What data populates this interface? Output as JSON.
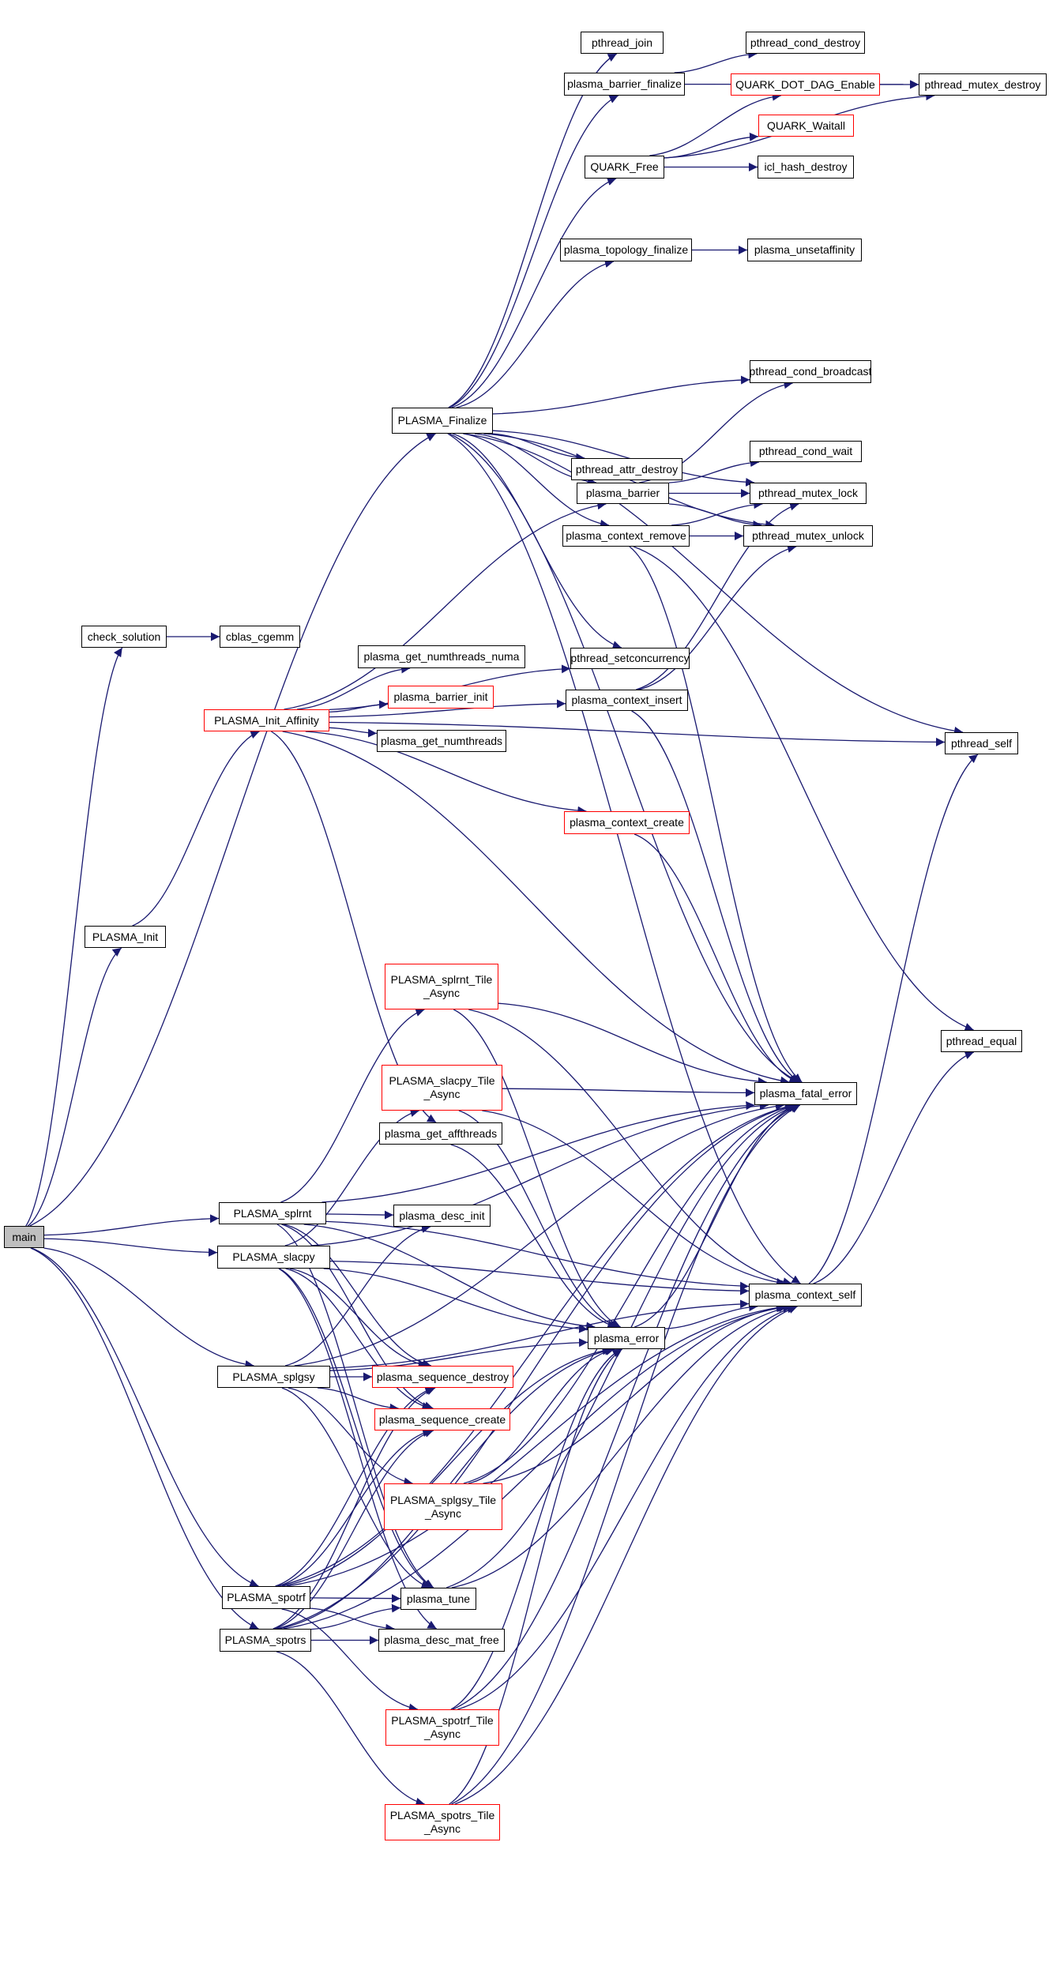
{
  "graph": {
    "type": "call-graph",
    "edge_color": "#191970",
    "root": "main",
    "nodes": [
      {
        "id": "main",
        "label": "main",
        "style": "root"
      },
      {
        "id": "check_solution",
        "label": "check_solution",
        "style": "normal"
      },
      {
        "id": "cblas_cgemm",
        "label": "cblas_cgemm",
        "style": "normal"
      },
      {
        "id": "PLASMA_Init",
        "label": "PLASMA_Init",
        "style": "normal"
      },
      {
        "id": "PLASMA_Init_Affinity",
        "label": "PLASMA_Init_Affinity",
        "style": "red"
      },
      {
        "id": "PLASMA_Finalize",
        "label": "PLASMA_Finalize",
        "style": "normal"
      },
      {
        "id": "pthread_join",
        "label": "pthread_join",
        "style": "normal"
      },
      {
        "id": "plasma_barrier_finalize",
        "label": "plasma_barrier_finalize",
        "style": "normal"
      },
      {
        "id": "pthread_cond_destroy",
        "label": "pthread_cond_destroy",
        "style": "normal"
      },
      {
        "id": "QUARK_DOT_DAG_Enable",
        "label": "QUARK_DOT_DAG_Enable",
        "style": "red"
      },
      {
        "id": "pthread_mutex_destroy",
        "label": "pthread_mutex_destroy",
        "style": "normal"
      },
      {
        "id": "QUARK_Waitall",
        "label": "QUARK_Waitall",
        "style": "red"
      },
      {
        "id": "QUARK_Free",
        "label": "QUARK_Free",
        "style": "normal"
      },
      {
        "id": "icl_hash_destroy",
        "label": "icl_hash_destroy",
        "style": "normal"
      },
      {
        "id": "plasma_topology_finalize",
        "label": "plasma_topology_finalize",
        "style": "normal"
      },
      {
        "id": "plasma_unsetaffinity",
        "label": "plasma_unsetaffinity",
        "style": "normal"
      },
      {
        "id": "pthread_cond_broadcast",
        "label": "pthread_cond_broadcast",
        "style": "normal"
      },
      {
        "id": "pthread_attr_destroy",
        "label": "pthread_attr_destroy",
        "style": "normal"
      },
      {
        "id": "pthread_cond_wait",
        "label": "pthread_cond_wait",
        "style": "normal"
      },
      {
        "id": "plasma_barrier",
        "label": "plasma_barrier",
        "style": "normal"
      },
      {
        "id": "pthread_mutex_lock",
        "label": "pthread_mutex_lock",
        "style": "normal"
      },
      {
        "id": "plasma_context_remove",
        "label": "plasma_context_remove",
        "style": "normal"
      },
      {
        "id": "pthread_mutex_unlock",
        "label": "pthread_mutex_unlock",
        "style": "normal"
      },
      {
        "id": "plasma_get_numthreads_numa",
        "label": "plasma_get_numthreads_numa",
        "style": "normal"
      },
      {
        "id": "pthread_setconcurrency",
        "label": "pthread_setconcurrency",
        "style": "normal"
      },
      {
        "id": "plasma_barrier_init",
        "label": "plasma_barrier_init",
        "style": "red"
      },
      {
        "id": "plasma_context_insert",
        "label": "plasma_context_insert",
        "style": "normal"
      },
      {
        "id": "plasma_get_numthreads",
        "label": "plasma_get_numthreads",
        "style": "normal"
      },
      {
        "id": "pthread_self",
        "label": "pthread_self",
        "style": "normal"
      },
      {
        "id": "plasma_context_create",
        "label": "plasma_context_create",
        "style": "red"
      },
      {
        "id": "PLASMA_splrnt_Tile_Async",
        "label": "PLASMA_splrnt_Tile\n_Async",
        "style": "red"
      },
      {
        "id": "pthread_equal",
        "label": "pthread_equal",
        "style": "normal"
      },
      {
        "id": "PLASMA_slacpy_Tile_Async",
        "label": "PLASMA_slacpy_Tile\n_Async",
        "style": "red"
      },
      {
        "id": "plasma_fatal_error",
        "label": "plasma_fatal_error",
        "style": "normal"
      },
      {
        "id": "plasma_get_affthreads",
        "label": "plasma_get_affthreads",
        "style": "normal"
      },
      {
        "id": "PLASMA_splrnt",
        "label": "PLASMA_splrnt",
        "style": "normal"
      },
      {
        "id": "plasma_desc_init",
        "label": "plasma_desc_init",
        "style": "normal"
      },
      {
        "id": "PLASMA_slacpy",
        "label": "PLASMA_slacpy",
        "style": "normal"
      },
      {
        "id": "plasma_context_self",
        "label": "plasma_context_self",
        "style": "normal"
      },
      {
        "id": "plasma_error",
        "label": "plasma_error",
        "style": "normal"
      },
      {
        "id": "PLASMA_splgsy",
        "label": "PLASMA_splgsy",
        "style": "normal"
      },
      {
        "id": "plasma_sequence_destroy",
        "label": "plasma_sequence_destroy",
        "style": "red"
      },
      {
        "id": "plasma_sequence_create",
        "label": "plasma_sequence_create",
        "style": "red"
      },
      {
        "id": "PLASMA_splgsy_Tile_Async",
        "label": "PLASMA_splgsy_Tile\n_Async",
        "style": "red"
      },
      {
        "id": "PLASMA_spotrf",
        "label": "PLASMA_spotrf",
        "style": "normal"
      },
      {
        "id": "plasma_tune",
        "label": "plasma_tune",
        "style": "normal"
      },
      {
        "id": "PLASMA_spotrs",
        "label": "PLASMA_spotrs",
        "style": "normal"
      },
      {
        "id": "plasma_desc_mat_free",
        "label": "plasma_desc_mat_free",
        "style": "normal"
      },
      {
        "id": "PLASMA_spotrf_Tile_Async",
        "label": "PLASMA_spotrf_Tile\n_Async",
        "style": "red"
      },
      {
        "id": "PLASMA_spotrs_Tile_Async",
        "label": "PLASMA_spotrs_Tile\n_Async",
        "style": "red"
      }
    ],
    "edges": [
      [
        "main",
        "check_solution"
      ],
      [
        "main",
        "PLASMA_Init"
      ],
      [
        "main",
        "PLASMA_Finalize"
      ],
      [
        "main",
        "PLASMA_splrnt"
      ],
      [
        "main",
        "PLASMA_slacpy"
      ],
      [
        "main",
        "PLASMA_splgsy"
      ],
      [
        "main",
        "PLASMA_spotrf"
      ],
      [
        "main",
        "PLASMA_spotrs"
      ],
      [
        "check_solution",
        "cblas_cgemm"
      ],
      [
        "PLASMA_Init",
        "PLASMA_Init_Affinity"
      ],
      [
        "PLASMA_Init_Affinity",
        "plasma_get_numthreads_numa"
      ],
      [
        "PLASMA_Init_Affinity",
        "plasma_barrier_init"
      ],
      [
        "PLASMA_Init_Affinity",
        "plasma_get_numthreads"
      ],
      [
        "PLASMA_Init_Affinity",
        "plasma_context_create"
      ],
      [
        "PLASMA_Init_Affinity",
        "plasma_context_insert"
      ],
      [
        "PLASMA_Init_Affinity",
        "plasma_barrier"
      ],
      [
        "PLASMA_Init_Affinity",
        "pthread_setconcurrency"
      ],
      [
        "PLASMA_Init_Affinity",
        "pthread_self"
      ],
      [
        "PLASMA_Init_Affinity",
        "plasma_fatal_error"
      ],
      [
        "PLASMA_Init_Affinity",
        "plasma_get_affthreads"
      ],
      [
        "PLASMA_Finalize",
        "pthread_join"
      ],
      [
        "PLASMA_Finalize",
        "plasma_barrier_finalize"
      ],
      [
        "PLASMA_Finalize",
        "QUARK_Free"
      ],
      [
        "PLASMA_Finalize",
        "plasma_topology_finalize"
      ],
      [
        "PLASMA_Finalize",
        "pthread_cond_broadcast"
      ],
      [
        "PLASMA_Finalize",
        "pthread_attr_destroy"
      ],
      [
        "PLASMA_Finalize",
        "plasma_barrier"
      ],
      [
        "PLASMA_Finalize",
        "plasma_context_remove"
      ],
      [
        "PLASMA_Finalize",
        "pthread_mutex_lock"
      ],
      [
        "PLASMA_Finalize",
        "pthread_mutex_unlock"
      ],
      [
        "PLASMA_Finalize",
        "pthread_setconcurrency"
      ],
      [
        "PLASMA_Finalize",
        "pthread_self"
      ],
      [
        "PLASMA_Finalize",
        "plasma_fatal_error"
      ],
      [
        "PLASMA_Finalize",
        "plasma_context_self"
      ],
      [
        "plasma_barrier_finalize",
        "pthread_cond_destroy"
      ],
      [
        "plasma_barrier_finalize",
        "pthread_mutex_destroy"
      ],
      [
        "QUARK_Free",
        "QUARK_DOT_DAG_Enable"
      ],
      [
        "QUARK_Free",
        "QUARK_Waitall"
      ],
      [
        "QUARK_Free",
        "icl_hash_destroy"
      ],
      [
        "QUARK_Free",
        "pthread_mutex_destroy"
      ],
      [
        "QUARK_DOT_DAG_Enable",
        "pthread_mutex_destroy"
      ],
      [
        "plasma_topology_finalize",
        "plasma_unsetaffinity"
      ],
      [
        "plasma_barrier",
        "pthread_cond_broadcast"
      ],
      [
        "plasma_barrier",
        "pthread_cond_wait"
      ],
      [
        "plasma_barrier",
        "pthread_mutex_lock"
      ],
      [
        "plasma_barrier",
        "pthread_mutex_unlock"
      ],
      [
        "plasma_context_remove",
        "pthread_mutex_lock"
      ],
      [
        "plasma_context_remove",
        "pthread_mutex_unlock"
      ],
      [
        "plasma_context_remove",
        "pthread_equal"
      ],
      [
        "plasma_context_remove",
        "plasma_fatal_error"
      ],
      [
        "plasma_context_insert",
        "pthread_mutex_lock"
      ],
      [
        "plasma_context_insert",
        "pthread_mutex_unlock"
      ],
      [
        "plasma_context_insert",
        "plasma_fatal_error"
      ],
      [
        "plasma_context_create",
        "plasma_fatal_error"
      ],
      [
        "plasma_context_self",
        "pthread_self"
      ],
      [
        "plasma_context_self",
        "pthread_equal"
      ],
      [
        "plasma_get_affthreads",
        "plasma_error"
      ],
      [
        "plasma_error",
        "plasma_fatal_error"
      ],
      [
        "plasma_error",
        "plasma_context_self"
      ],
      [
        "PLASMA_splrnt",
        "plasma_desc_init"
      ],
      [
        "PLASMA_splrnt",
        "PLASMA_splrnt_Tile_Async"
      ],
      [
        "PLASMA_splrnt",
        "plasma_sequence_create"
      ],
      [
        "PLASMA_splrnt",
        "plasma_sequence_destroy"
      ],
      [
        "PLASMA_splrnt",
        "plasma_tune"
      ],
      [
        "PLASMA_splrnt",
        "plasma_error"
      ],
      [
        "PLASMA_splrnt",
        "plasma_fatal_error"
      ],
      [
        "PLASMA_splrnt",
        "plasma_context_self"
      ],
      [
        "PLASMA_splrnt_Tile_Async",
        "plasma_fatal_error"
      ],
      [
        "PLASMA_splrnt_Tile_Async",
        "plasma_error"
      ],
      [
        "PLASMA_splrnt_Tile_Async",
        "plasma_context_self"
      ],
      [
        "PLASMA_slacpy",
        "PLASMA_slacpy_Tile_Async"
      ],
      [
        "PLASMA_slacpy",
        "plasma_sequence_create"
      ],
      [
        "PLASMA_slacpy",
        "plasma_sequence_destroy"
      ],
      [
        "PLASMA_slacpy",
        "plasma_tune"
      ],
      [
        "PLASMA_slacpy",
        "plasma_error"
      ],
      [
        "PLASMA_slacpy",
        "plasma_fatal_error"
      ],
      [
        "PLASMA_slacpy",
        "plasma_context_self"
      ],
      [
        "PLASMA_slacpy",
        "plasma_desc_mat_free"
      ],
      [
        "PLASMA_slacpy_Tile_Async",
        "plasma_fatal_error"
      ],
      [
        "PLASMA_slacpy_Tile_Async",
        "plasma_error"
      ],
      [
        "PLASMA_slacpy_Tile_Async",
        "plasma_context_self"
      ],
      [
        "PLASMA_splgsy",
        "plasma_desc_init"
      ],
      [
        "PLASMA_splgsy",
        "plasma_sequence_destroy"
      ],
      [
        "PLASMA_splgsy",
        "plasma_sequence_create"
      ],
      [
        "PLASMA_splgsy",
        "PLASMA_splgsy_Tile_Async"
      ],
      [
        "PLASMA_splgsy",
        "plasma_tune"
      ],
      [
        "PLASMA_splgsy",
        "plasma_error"
      ],
      [
        "PLASMA_splgsy",
        "plasma_context_self"
      ],
      [
        "PLASMA_splgsy",
        "plasma_fatal_error"
      ],
      [
        "PLASMA_splgsy_Tile_Async",
        "plasma_error"
      ],
      [
        "PLASMA_splgsy_Tile_Async",
        "plasma_context_self"
      ],
      [
        "PLASMA_splgsy_Tile_Async",
        "plasma_fatal_error"
      ],
      [
        "PLASMA_spotrf",
        "plasma_tune"
      ],
      [
        "PLASMA_spotrf",
        "plasma_desc_mat_free"
      ],
      [
        "PLASMA_spotrf",
        "plasma_sequence_create"
      ],
      [
        "PLASMA_spotrf",
        "plasma_sequence_destroy"
      ],
      [
        "PLASMA_spotrf",
        "PLASMA_spotrf_Tile_Async"
      ],
      [
        "PLASMA_spotrf",
        "plasma_error"
      ],
      [
        "PLASMA_spotrf",
        "plasma_context_self"
      ],
      [
        "PLASMA_spotrf",
        "plasma_fatal_error"
      ],
      [
        "PLASMA_spotrf_Tile_Async",
        "plasma_error"
      ],
      [
        "PLASMA_spotrf_Tile_Async",
        "plasma_context_self"
      ],
      [
        "PLASMA_spotrf_Tile_Async",
        "plasma_fatal_error"
      ],
      [
        "PLASMA_spotrs",
        "plasma_tune"
      ],
      [
        "PLASMA_spotrs",
        "plasma_desc_mat_free"
      ],
      [
        "PLASMA_spotrs",
        "plasma_sequence_create"
      ],
      [
        "PLASMA_spotrs",
        "plasma_sequence_destroy"
      ],
      [
        "PLASMA_spotrs",
        "PLASMA_spotrs_Tile_Async"
      ],
      [
        "PLASMA_spotrs",
        "plasma_error"
      ],
      [
        "PLASMA_spotrs",
        "plasma_context_self"
      ],
      [
        "PLASMA_spotrs",
        "plasma_fatal_error"
      ],
      [
        "PLASMA_spotrs_Tile_Async",
        "plasma_error"
      ],
      [
        "PLASMA_spotrs_Tile_Async",
        "plasma_context_self"
      ],
      [
        "PLASMA_spotrs_Tile_Async",
        "plasma_fatal_error"
      ],
      [
        "plasma_tune",
        "plasma_fatal_error"
      ],
      [
        "plasma_tune",
        "plasma_context_self"
      ]
    ]
  }
}
